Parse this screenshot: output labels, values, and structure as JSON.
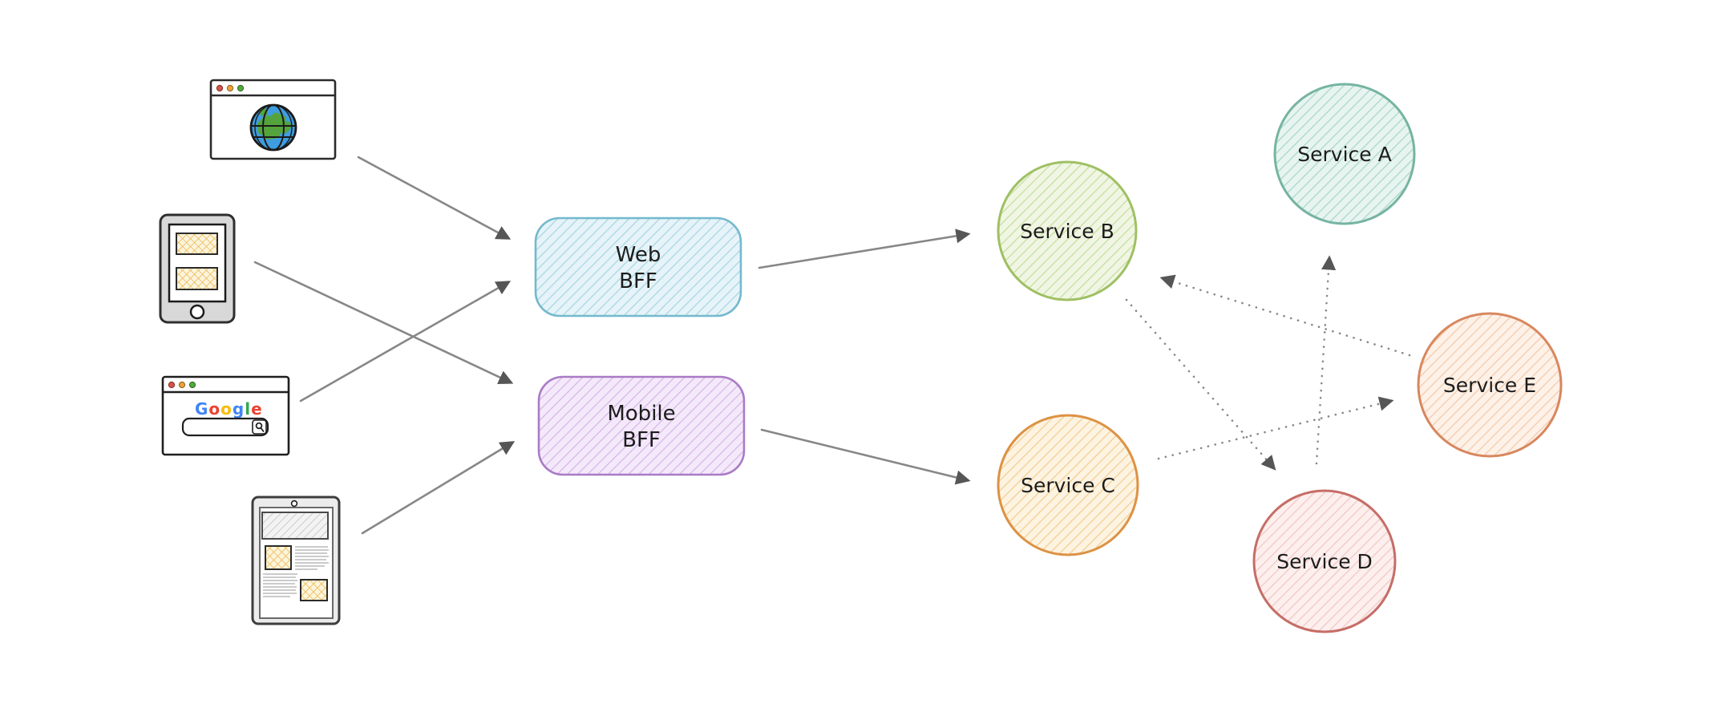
{
  "diagram": {
    "background": "#ffffff",
    "arrow_color": "#878787",
    "arrowhead_color": "#565656",
    "clients": [
      {
        "id": "desktop-browser",
        "icon": "browser-globe-icon",
        "traffic_lights": [
          "#d9534a",
          "#e8a33d",
          "#53a93f"
        ]
      },
      {
        "id": "phone",
        "icon": "smartphone-icon"
      },
      {
        "id": "search-browser",
        "icon": "browser-search-icon",
        "logo_text": "Google",
        "traffic_lights": [
          "#d9534a",
          "#e8a33d",
          "#53a93f"
        ]
      },
      {
        "id": "tablet",
        "icon": "tablet-icon"
      }
    ],
    "google_letters": [
      {
        "ch": "G",
        "color": "#4285f4"
      },
      {
        "ch": "o",
        "color": "#ea4335"
      },
      {
        "ch": "o",
        "color": "#fbbc05"
      },
      {
        "ch": "g",
        "color": "#4285f4"
      },
      {
        "ch": "l",
        "color": "#34a853"
      },
      {
        "ch": "e",
        "color": "#ea4335"
      }
    ],
    "bffs": [
      {
        "id": "web-bff",
        "line1": "Web",
        "line2": "BFF",
        "stroke": "#74b9cd",
        "fill_bg": "#e6f3f8",
        "fill_hatch": "#a3d6e4"
      },
      {
        "id": "mobile-bff",
        "line1": "Mobile",
        "line2": "BFF",
        "stroke": "#a97bc5",
        "fill_bg": "#f4e9fa",
        "fill_hatch": "#d7b3e8"
      }
    ],
    "services": [
      {
        "id": "service-a",
        "label": "Service A",
        "stroke": "#76b4a2",
        "fill_bg": "#e7f4f0",
        "fill_hatch": "#a6d6c7"
      },
      {
        "id": "service-b",
        "label": "Service B",
        "stroke": "#9fc063",
        "fill_bg": "#f0f6e3",
        "fill_hatch": "#c3dd9b"
      },
      {
        "id": "service-c",
        "label": "Service C",
        "stroke": "#dd9244",
        "fill_bg": "#fdf3e1",
        "fill_hatch": "#f2cd90"
      },
      {
        "id": "service-d",
        "label": "Service D",
        "stroke": "#c66d67",
        "fill_bg": "#fcefee",
        "fill_hatch": "#f1c5c1"
      },
      {
        "id": "service-e",
        "label": "Service E",
        "stroke": "#d8875e",
        "fill_bg": "#fdf1e8",
        "fill_hatch": "#f3c9a7"
      }
    ],
    "connections": {
      "solid": [
        {
          "from": "desktop-browser",
          "to": "web-bff"
        },
        {
          "from": "search-browser",
          "to": "web-bff"
        },
        {
          "from": "phone",
          "to": "mobile-bff"
        },
        {
          "from": "tablet",
          "to": "mobile-bff"
        },
        {
          "from": "web-bff",
          "to": "service-b"
        },
        {
          "from": "mobile-bff",
          "to": "service-c"
        }
      ],
      "dotted": [
        {
          "from": "service-b",
          "to": "service-d"
        },
        {
          "from": "service-d",
          "to": "service-a"
        },
        {
          "from": "service-c",
          "to": "service-e"
        },
        {
          "from": "service-e",
          "to": "service-b"
        }
      ]
    }
  }
}
